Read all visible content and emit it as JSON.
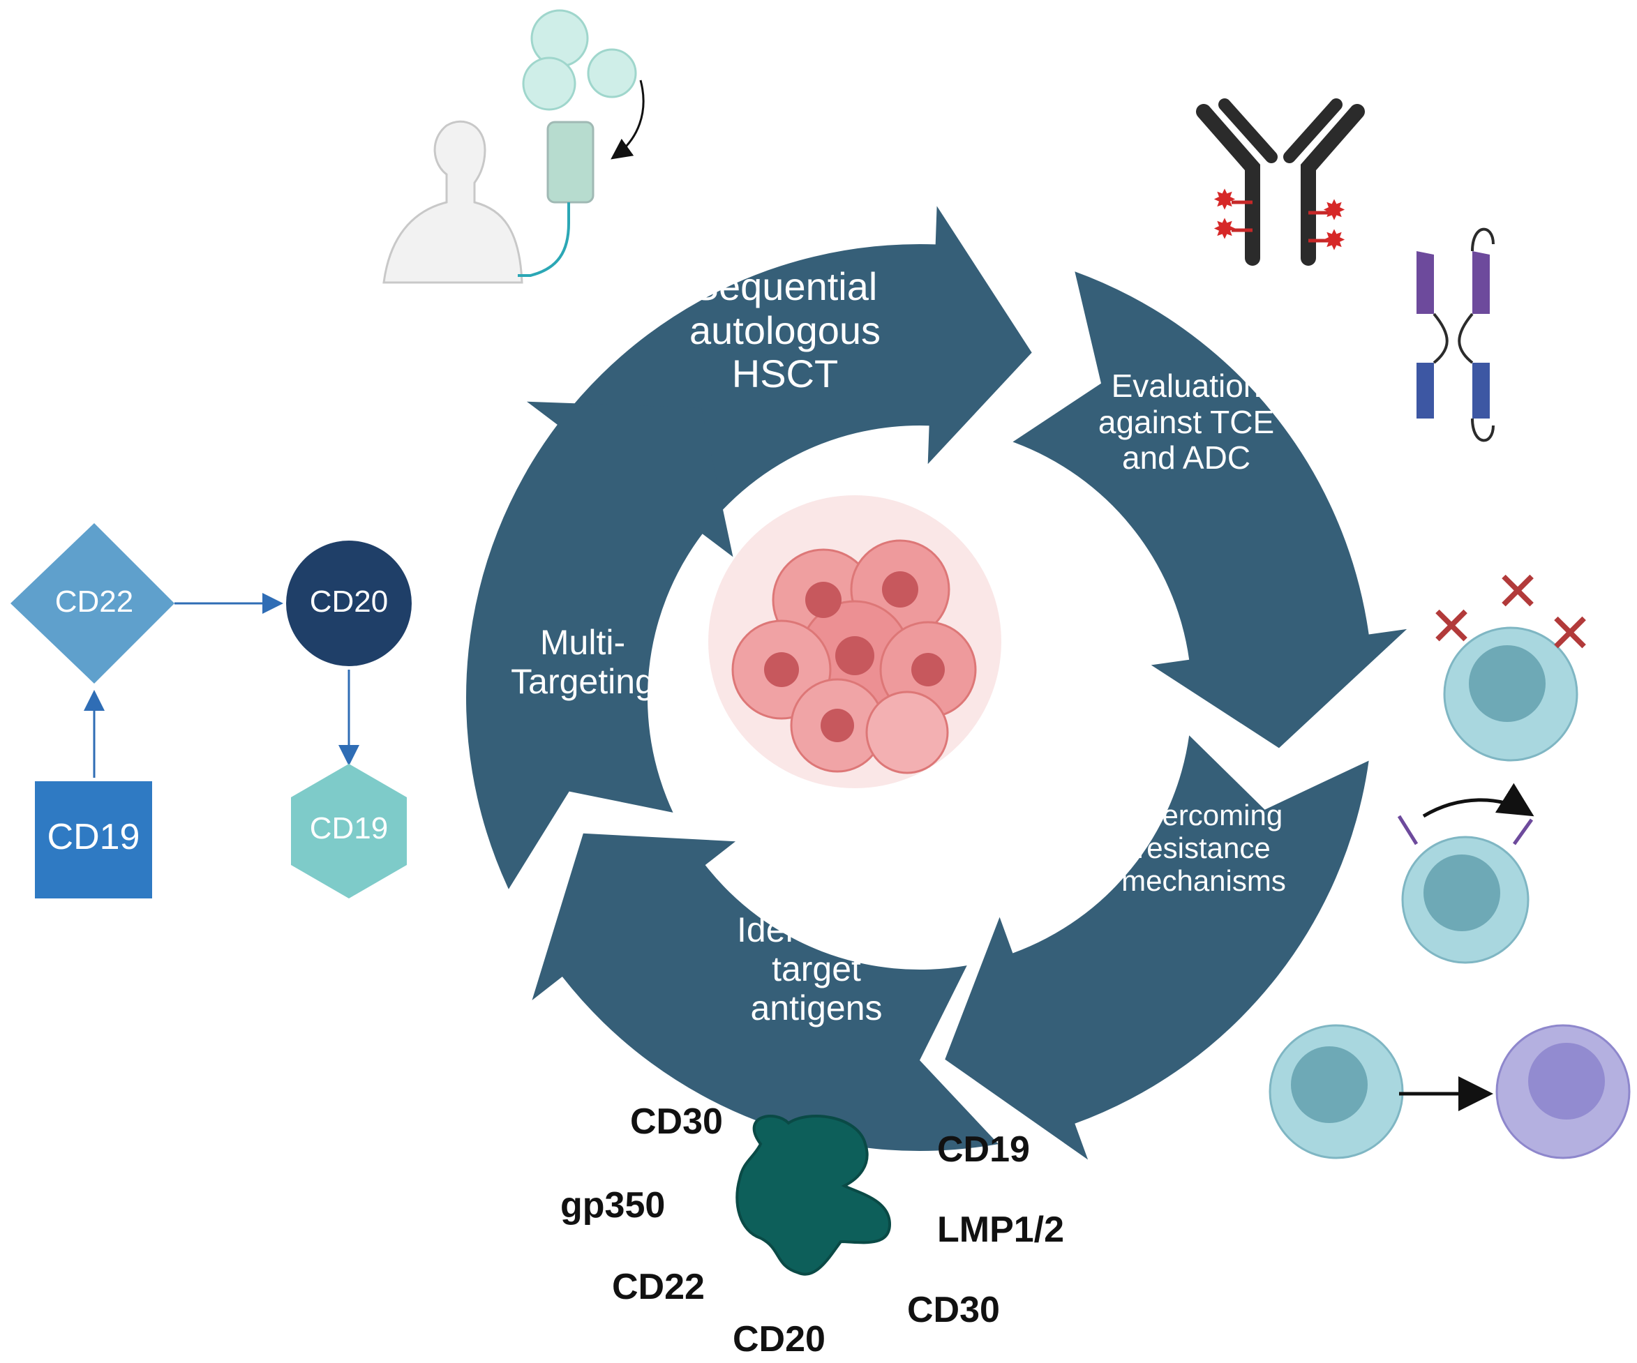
{
  "colors": {
    "cycle": "#365f78",
    "cd22_node": "#5fa0cc",
    "cd20_node": "#1f3f68",
    "cd19_box": "#2f7ac3",
    "cd19_hex": "#7ecbc9",
    "antigen_protein": "#0d5f5a",
    "tumor": "#e88a8c",
    "bispecific_top": "#6d4a9c",
    "bispecific_bottom": "#3d57a3",
    "cell_body": "#9fd0dc",
    "cell_nucleus": "#6aa9b8",
    "cell_purple": "#b4b0e0"
  },
  "cycle": {
    "step1": {
      "lines": [
        "Sequential",
        "autologous",
        "HSCT"
      ]
    },
    "step2": {
      "lines": [
        "Evaluation",
        "against TCE",
        "and ADC"
      ]
    },
    "step3": {
      "lines": [
        "Overcoming",
        "resistance",
        "mechanisms"
      ]
    },
    "step4": {
      "lines": [
        "Identifying",
        "target",
        "antigens"
      ]
    },
    "step5": {
      "lines": [
        "Multi-",
        "Targeting"
      ]
    }
  },
  "flow": {
    "cd22": "CD22",
    "cd20": "CD20",
    "cd19_box": "CD19",
    "cd19_hex": "CD19"
  },
  "antigens": {
    "cd30_top": "CD30",
    "gp350": "gp350",
    "cd22": "CD22",
    "cd20": "CD20",
    "cd19": "CD19",
    "lmp": "LMP1/2",
    "cd30_bottom": "CD30"
  },
  "icons": {
    "infusion": "patient-infusion-icon",
    "adc": "antibody-drug-conjugate-icon",
    "tce": "bispecific-t-cell-engager-icon",
    "antigen_loss": "antigen-loss-cell-icon",
    "antigen_switch": "antigen-switch-cell-icon",
    "lineage_switch": "lineage-switch-icon",
    "tumor": "tumor-cell-cluster-icon",
    "protein": "antigen-protein-icon"
  }
}
